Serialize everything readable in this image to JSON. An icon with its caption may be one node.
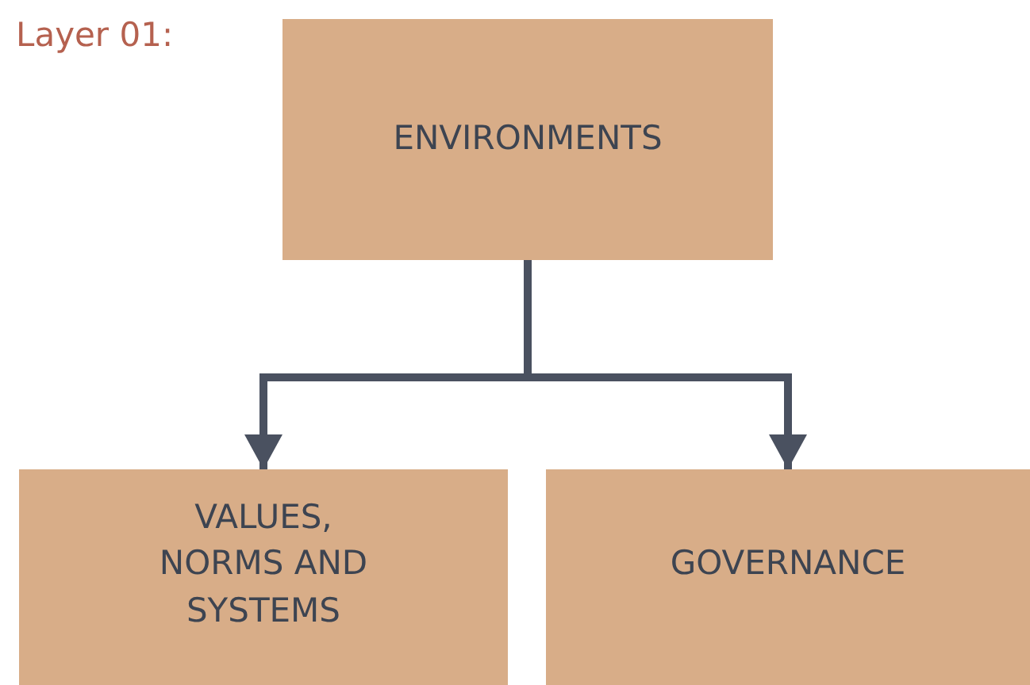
{
  "diagram": {
    "nodes": [
      {
        "text": [
          "ENVIRONMENTS"
        ]
      },
      {
        "text": [
          "VALUES, NORMS AND SYSTEMS"
        ]
      },
      {
        "text": [
          "GOVERNANCE"
        ]
      }
    ],
    "edges": [
      {
        "from": 0,
        "to": 1,
        "arrow": "to"
      },
      {
        "from": 0,
        "to": 2,
        "arrow": "to"
      }
    ],
    "labels": [
      "Layer 01:"
    ]
  }
}
